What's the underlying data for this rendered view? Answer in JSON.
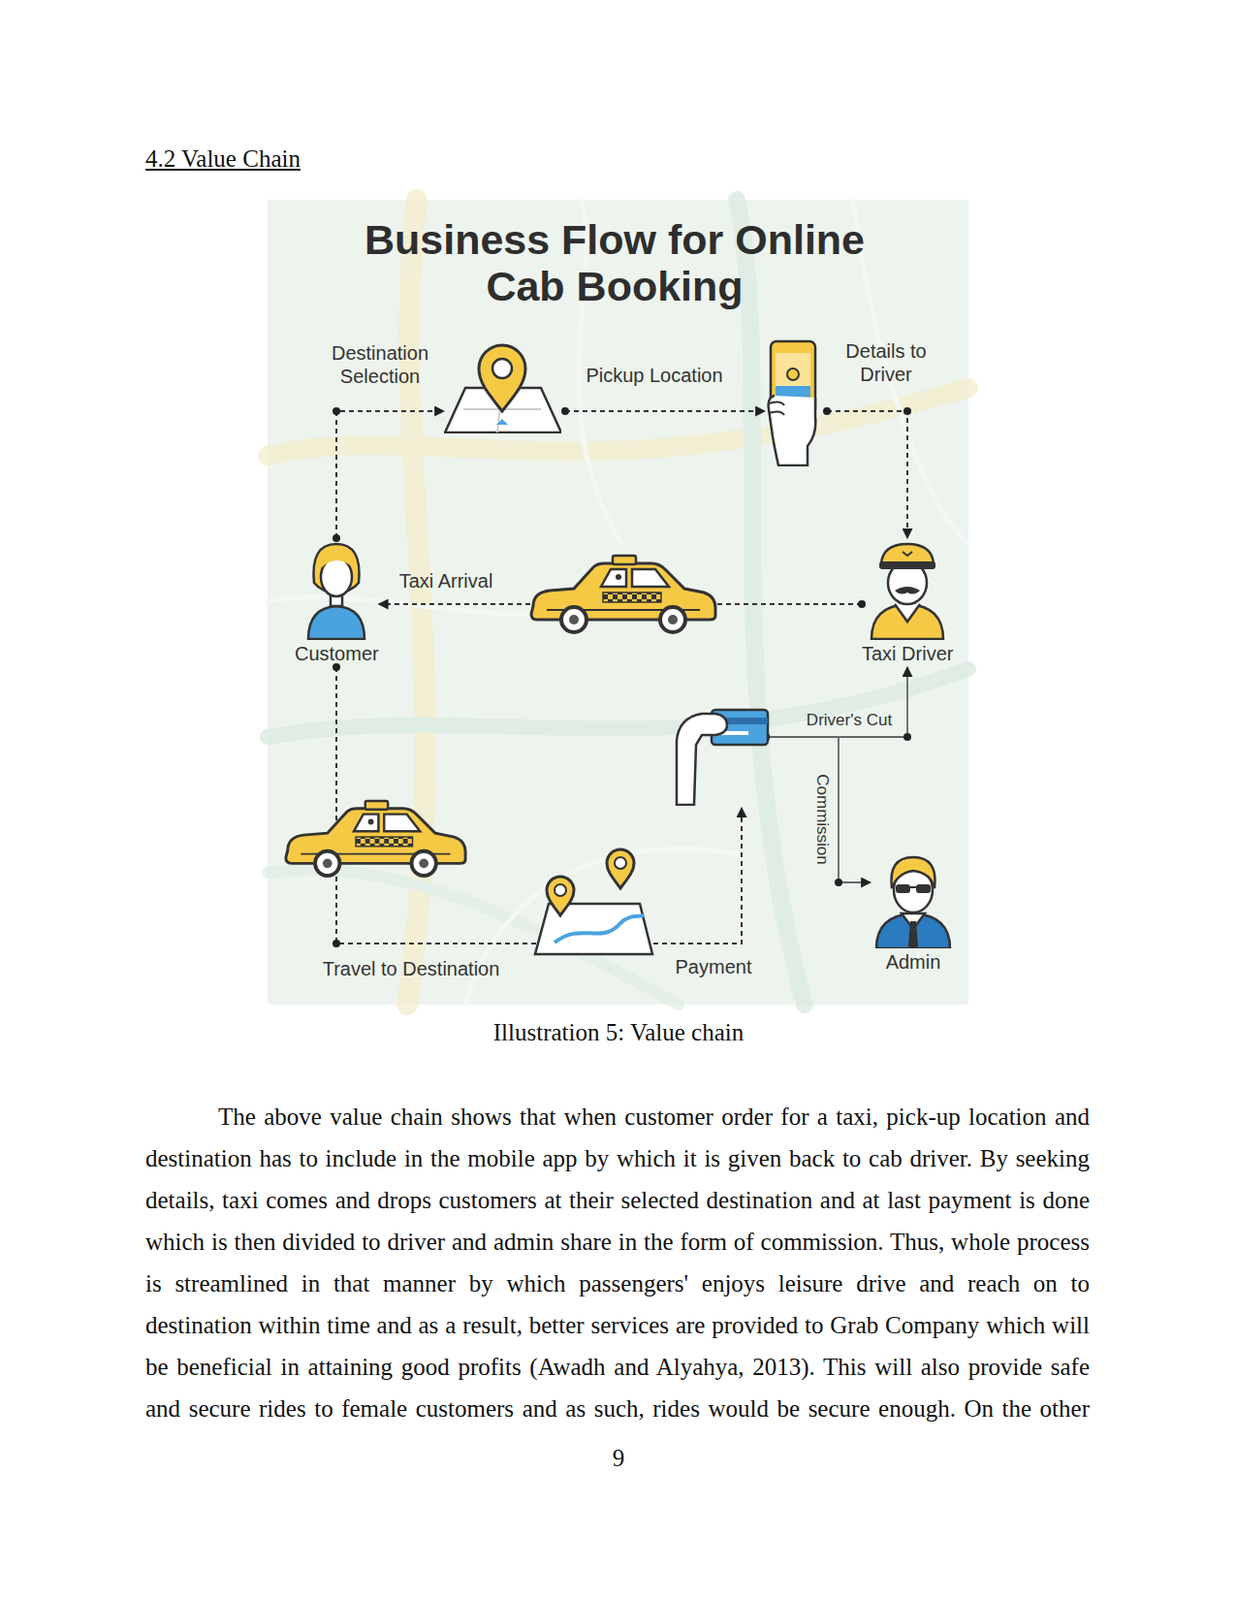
{
  "diagram": {
    "title": "Business Flow for Online Cab Booking",
    "caption": "Illustration 5: Value chain",
    "nodes": [
      {
        "text": [
          "Customer"
        ]
      },
      {
        "text": [
          "Destination Selection"
        ]
      },
      {
        "text": [
          "Details to Driver"
        ]
      },
      {
        "text": [
          "Taxi Driver"
        ]
      },
      {
        "text": [
          "Payment"
        ]
      },
      {
        "text": [
          "Admin"
        ]
      }
    ],
    "edges": [
      {
        "from": 0,
        "to": 1,
        "arrow": "to"
      },
      {
        "from": 1,
        "to": 2,
        "label": "Pickup Location",
        "arrow": "to"
      },
      {
        "from": 2,
        "to": 3,
        "arrow": "to"
      },
      {
        "from": 3,
        "to": 0,
        "label": "Taxi Arrival",
        "arrow": "to"
      },
      {
        "from": 0,
        "to": 4,
        "label": "Travel to Destination",
        "arrow": "to"
      },
      {
        "from": 4,
        "to": 3,
        "label": "Driver's Cut",
        "arrow": "to"
      },
      {
        "from": 4,
        "to": 5,
        "label": "Commission",
        "arrow": "to"
      }
    ],
    "labels": [
      "4.2 Value Chain",
      "The above value chain shows that when customer order for a taxi, pick-up location and destination has to include in the mobile app by which it is given back to cab driver. By seeking details, taxi comes and drops customers at their selected destination and at last payment is done which is then divided to driver and admin share in the form of commission. Thus, whole process is streamlined in that manner by which passengers' enjoys leisure drive and reach on to destination within time and as a result, better services are provided to Grab Company which will be beneficial in attaining good profits (Awadh and Alyahya, 2013). This will also provide safe and secure rides to female customers and as such, rides would be secure enough. On the other",
      "9"
    ]
  }
}
